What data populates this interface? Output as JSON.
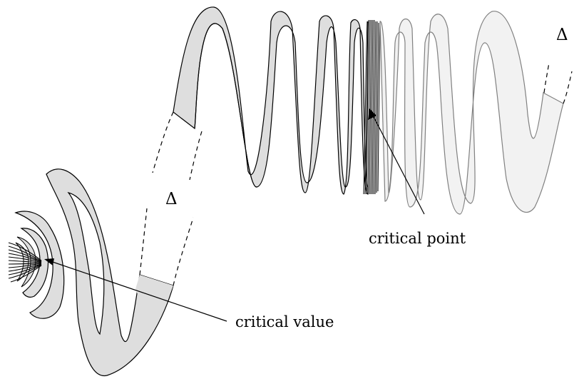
{
  "labels": {
    "delta_top": "Δ",
    "delta_middle": "Δ",
    "critical_point": "critical point",
    "critical_value": "critical value"
  },
  "colors": {
    "band_dark": "#dedede",
    "band_light": "#f2f2f2",
    "stroke": "#000000",
    "stroke_light": "#808080",
    "background": "#ffffff"
  }
}
